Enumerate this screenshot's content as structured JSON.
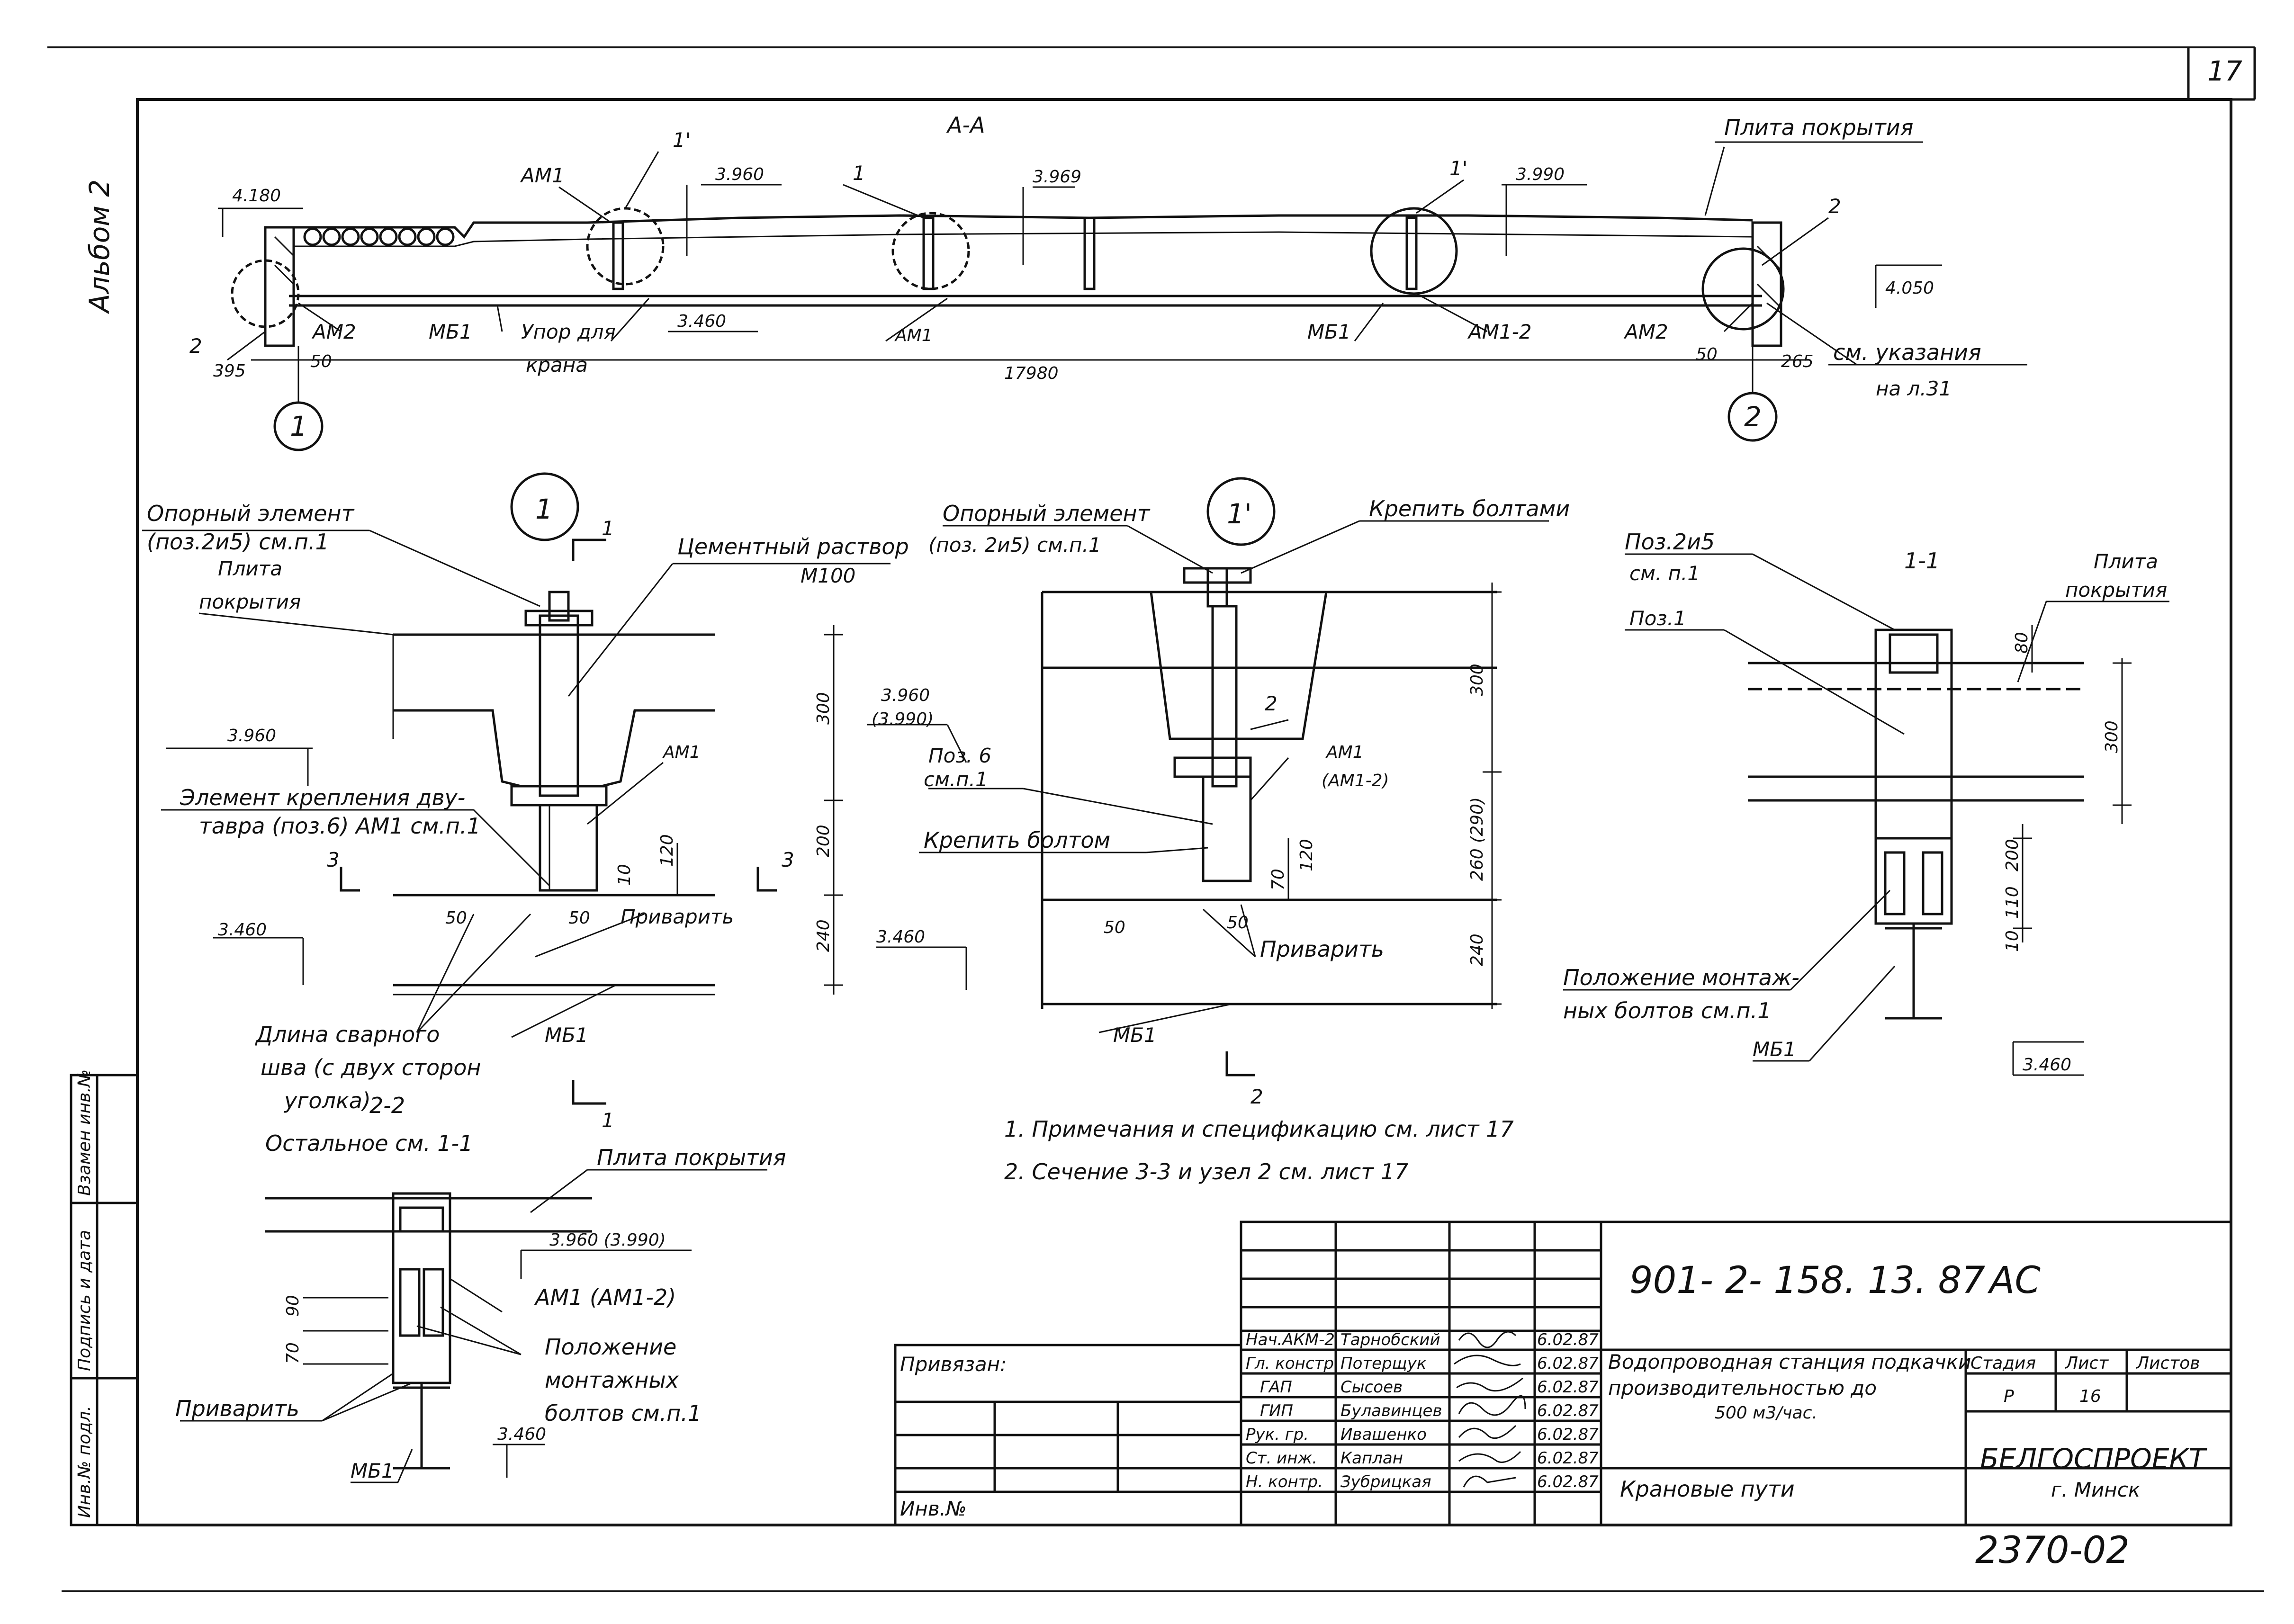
{
  "sheet_number": "17",
  "archive_stamp": "Альбом 2",
  "section_aa": {
    "title": "А-А",
    "labels": {
      "plita": "Плита покрытия",
      "am1_a": "АМ1",
      "am1_b": "АМ1",
      "am1_2": "АМ1-2",
      "am2_a": "АМ2",
      "am2_b": "АМ2",
      "mb1_a": "МБ1",
      "mb1_b": "МБ1",
      "upor_1": "Упор для",
      "upor_2": "крана",
      "n1": "1",
      "n1p_a": "1'",
      "n1p_b": "1'",
      "n2_a": "2",
      "n2_b": "2",
      "see_1": "см. указания",
      "see_2": "на л.31"
    },
    "elevations": {
      "e4180": "4.180",
      "e3960": "3.960",
      "e3969": "3.969",
      "e3990": "3.990",
      "e3460": "3.460",
      "e4050": "4.050"
    },
    "dims": {
      "d395": "395",
      "d50": "50",
      "span": "17980",
      "d50b": "50",
      "d265": "265"
    },
    "axes": {
      "a1": "1",
      "a2": "2"
    }
  },
  "node1": {
    "id": "1",
    "labels": {
      "opor_1": "Опорный элемент",
      "opor_2": "(поз.2и5) см.п.1",
      "plita_1": "Плита",
      "plita_2": "покрытия",
      "cement_1": "Цементный раствор",
      "cement_2": "М100",
      "am1": "АМ1",
      "elem_1": "Элемент крепления дву-",
      "elem_2": "тавра (поз.6) АМ1 см.п.1",
      "privarit": "Приварить",
      "dlina_1": "Длина сварного",
      "dlina_2": "шва (с двух сторон",
      "dlina_3": "уголка)",
      "mb1": "МБ1",
      "cut_top": "1",
      "cut_bot": "1",
      "cut_3a": "3",
      "cut_3b": "3"
    },
    "elevations": {
      "e3960": "3.960",
      "e3460": "3.460"
    },
    "dims": {
      "d300": "300",
      "d200": "200",
      "d240": "240",
      "d120": "120",
      "d10": "10",
      "d50a": "50",
      "d50b": "50"
    }
  },
  "node1p": {
    "id": "1'",
    "labels": {
      "opor_1": "Опорный элемент",
      "opor_2": "(поз. 2и5) см.п.1",
      "krepit_bolts": "Крепить болтами",
      "poz6_1": "Поз. 6",
      "poz6_2": "см.п.1",
      "krepit_bolt": "Крепить болтом",
      "am1": "АМ1",
      "am12": "(АМ1-2)",
      "n2": "2",
      "privarit": "Приварить",
      "mb1": "МБ1",
      "cut2": "2"
    },
    "elevations": {
      "e3960": "3.960",
      "e3990": "(3.990)",
      "e3460": "3.460"
    },
    "dims": {
      "d300": "300",
      "d260": "260 (290)",
      "d240": "240",
      "d120": "120",
      "d70": "70",
      "d50a": "50",
      "d50b": "50"
    }
  },
  "section11": {
    "title": "1-1",
    "labels": {
      "poz25_1": "Поз.2и5",
      "poz25_2": "см. п.1",
      "poz1": "Поз.1",
      "plita_1": "Плита",
      "plita_2": "покрытия",
      "polozh_1": "Положение монтаж-",
      "polozh_2": "ных болтов см.п.1",
      "mb1": "МБ1"
    },
    "elevations": {
      "e3460": "3.460"
    },
    "dims": {
      "d80": "80",
      "d300": "300",
      "d200": "200",
      "d110": "110",
      "d10": "10"
    }
  },
  "section22": {
    "title": "2-2",
    "subtitle": "Остальное см. 1-1",
    "labels": {
      "plita": "Плита покрытия",
      "am1": "АМ1 (АМ1-2)",
      "polozh_1": "Положение",
      "polozh_2": "монтажных",
      "polozh_3": "болтов см.п.1",
      "privarit": "Приварить",
      "mb1": "МБ1"
    },
    "elevations": {
      "e3960": "3.960 (3.990)",
      "e3460": "3.460"
    },
    "dims": {
      "d90": "90",
      "d70": "70"
    }
  },
  "notes": [
    "1. Примечания и спецификацию см. лист 17",
    "2. Сечение 3-3 и узел 2 см. лист 17"
  ],
  "stamp_cols": [
    "Взамен инв.№",
    "Подпись и дата",
    "Инв.№ подл."
  ],
  "privyazan": {
    "label": "Привязан:",
    "inv": "Инв.№"
  },
  "title_block": {
    "code": "901- 2- 158. 13. 87",
    "mark": "АС",
    "name_1": "Водопроводная станция подкачки",
    "name_2": "производительностью до",
    "name_3": "500 м3/час.",
    "sheet_title": "Крановые пути",
    "stadia_h": "Стадия",
    "list_h": "Лист",
    "listov_h": "Листов",
    "stadia": "Р",
    "list": "16",
    "listov": "",
    "org_1": "БЕЛГОСПРОЕКТ",
    "org_2": "г. Минск",
    "rows": [
      {
        "role": "Нач.АКМ-2",
        "name": "Тарнобский",
        "date": "6.02.87"
      },
      {
        "role": "Гл. констр.",
        "name": "Потерщук",
        "date": "6.02.87"
      },
      {
        "role": "ГАП",
        "name": "Сысоев",
        "date": "6.02.87"
      },
      {
        "role": "ГИП",
        "name": "Булавинцев",
        "date": "6.02.87"
      },
      {
        "role": "Рук. гр.",
        "name": "Ивашенко",
        "date": "6.02.87"
      },
      {
        "role": "Ст. инж.",
        "name": "Каплан",
        "date": "6.02.87"
      },
      {
        "role": "Н. контр.",
        "name": "Зубрицкая",
        "date": "6.02.87"
      }
    ]
  },
  "bottom_number": "2370-02"
}
